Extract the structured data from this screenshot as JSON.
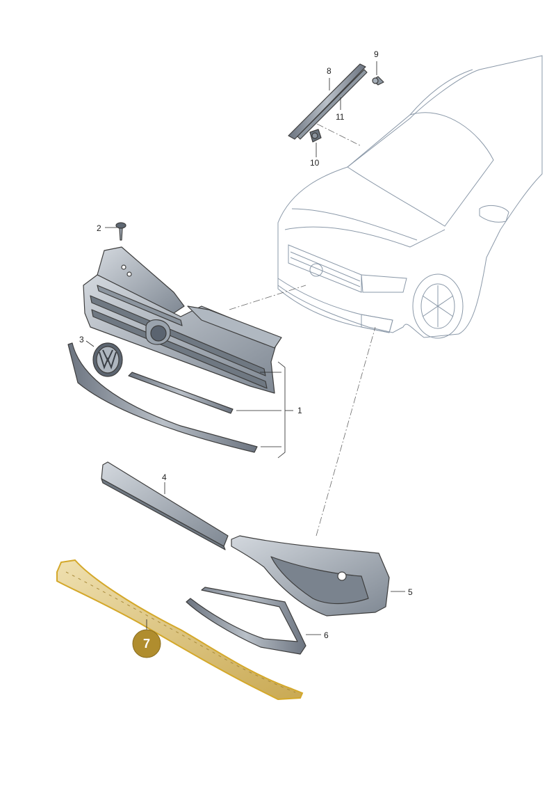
{
  "callouts": {
    "c1": "1",
    "c2": "2",
    "c3": "3",
    "c4": "4",
    "c5": "5",
    "c6": "6",
    "c7": "7",
    "c8": "8",
    "c9": "9",
    "c10": "10",
    "c11": "11"
  },
  "colors": {
    "highlight_fill": "#b08d2e",
    "highlight_outline": "#d4a82a",
    "part_fill": "#9aa3ad",
    "car_tint": "#e6ebf1"
  }
}
